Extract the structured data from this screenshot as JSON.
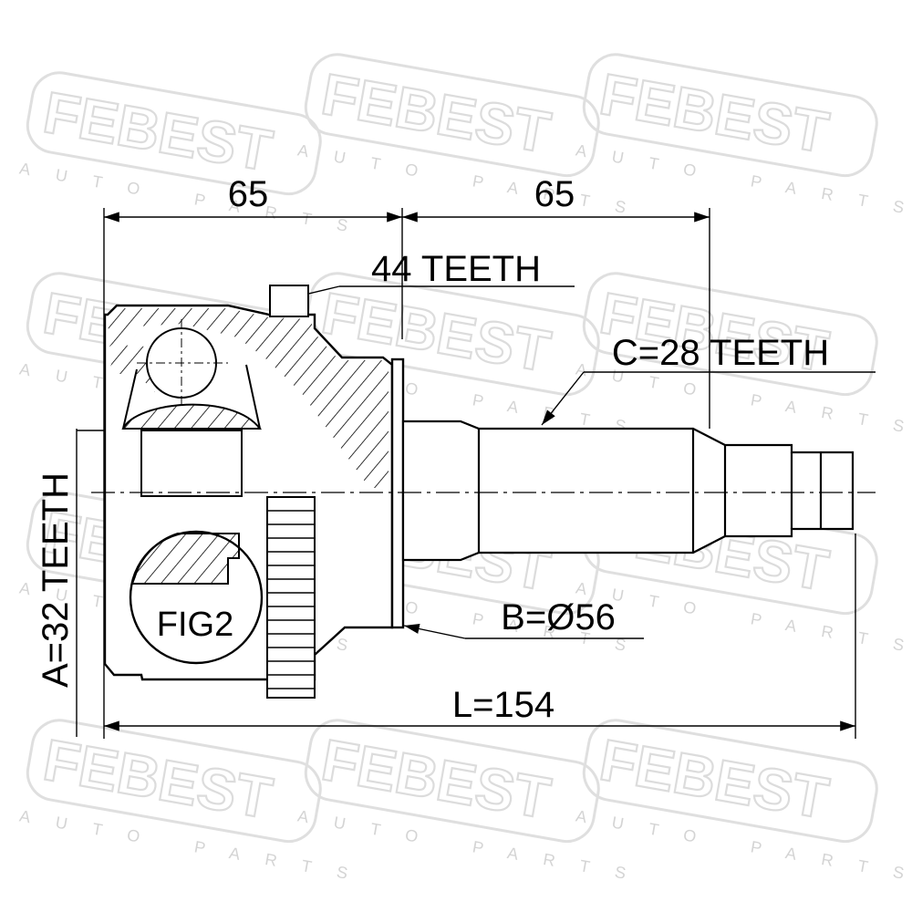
{
  "watermark": {
    "brand": "FEBEST",
    "tagline": "AUTO PARTS"
  },
  "dimensions": {
    "left_length": "65",
    "right_length": "65",
    "outer_teeth": "44 TEETH",
    "spline_c": "C=28 TEETH",
    "spline_a": "A=32 TEETH",
    "diameter_b": "B=Ø56",
    "length_l": "L=154"
  },
  "detail": {
    "fig_label": "FIG2"
  }
}
